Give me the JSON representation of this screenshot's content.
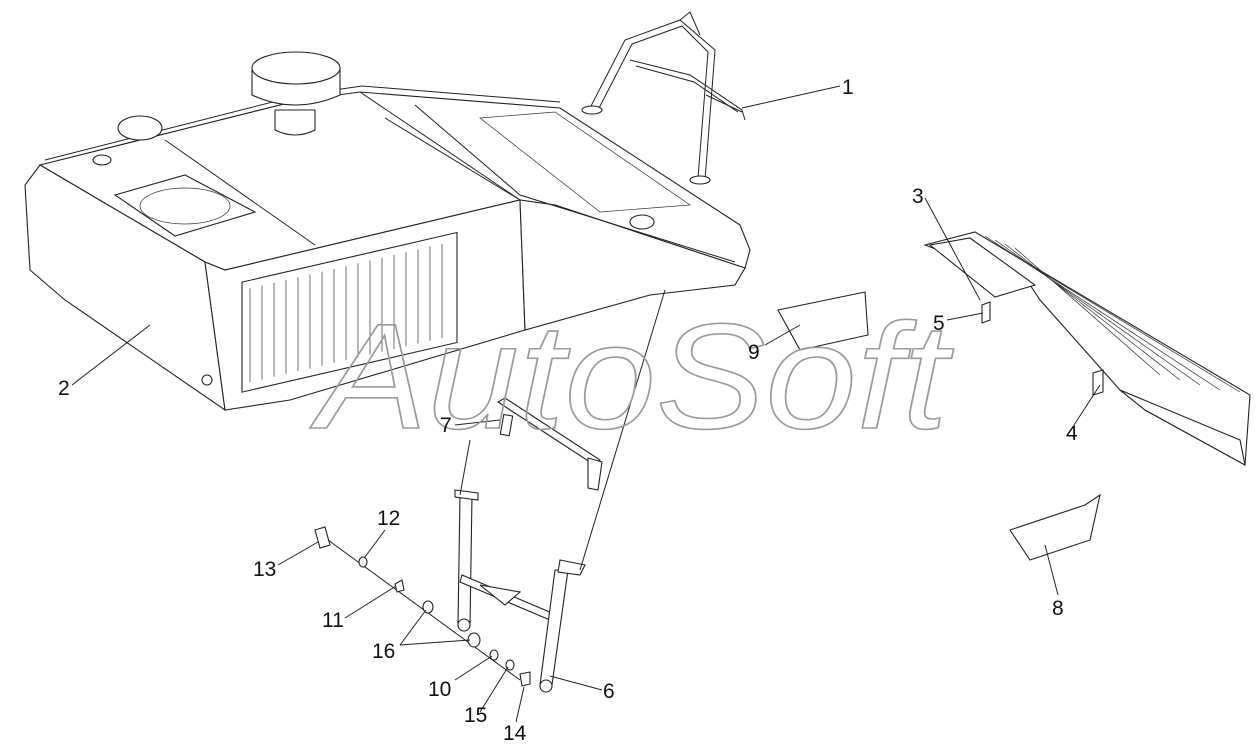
{
  "watermark": {
    "text": "AutoSoft"
  },
  "callouts": [
    {
      "id": "1",
      "text": "1"
    },
    {
      "id": "2",
      "text": "2"
    },
    {
      "id": "3",
      "text": "3"
    },
    {
      "id": "4",
      "text": "4"
    },
    {
      "id": "5",
      "text": "5"
    },
    {
      "id": "6",
      "text": "6"
    },
    {
      "id": "7",
      "text": "7"
    },
    {
      "id": "8",
      "text": "8"
    },
    {
      "id": "9",
      "text": "9"
    },
    {
      "id": "10",
      "text": "10"
    },
    {
      "id": "11",
      "text": "11"
    },
    {
      "id": "12",
      "text": "12"
    },
    {
      "id": "13",
      "text": "13"
    },
    {
      "id": "14",
      "text": "14"
    },
    {
      "id": "15",
      "text": "15"
    },
    {
      "id": "16",
      "text": "16"
    }
  ]
}
